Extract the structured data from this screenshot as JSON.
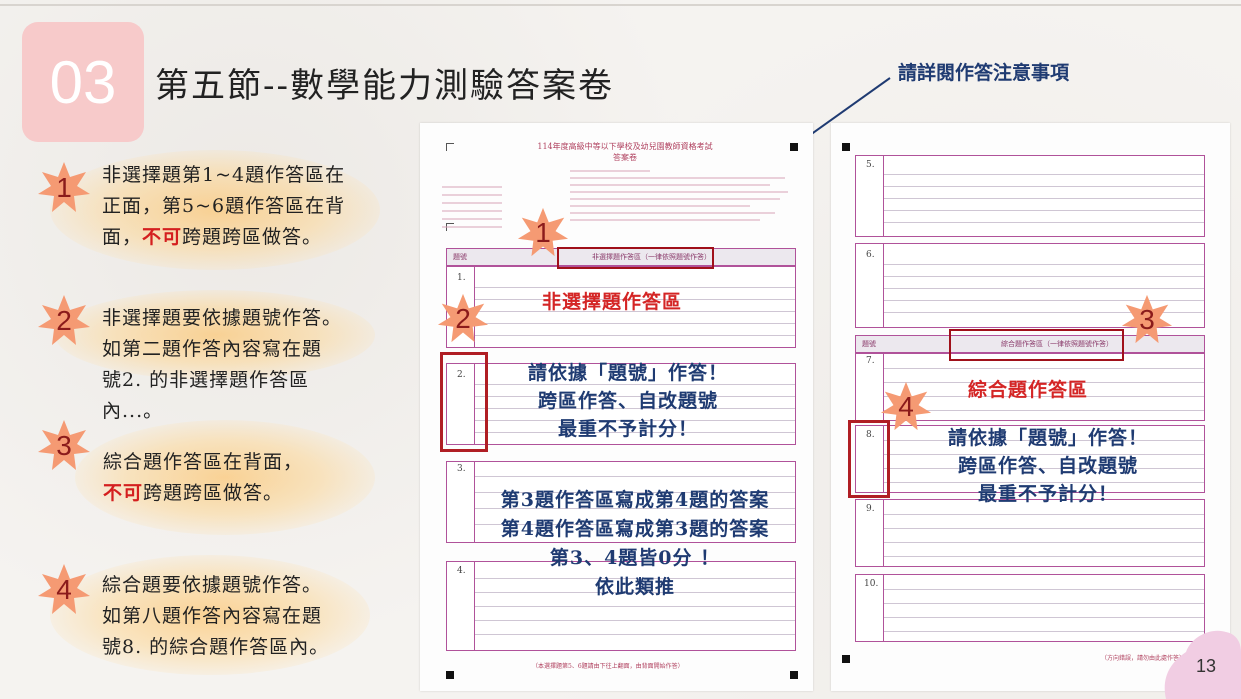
{
  "header": {
    "section_number": "03",
    "title": "第五節--數學能力測驗答案卷",
    "note_label": "請詳閱作答注意事項"
  },
  "instructions": [
    {
      "number": "1",
      "lines": [
        "非選擇題第1~4題作答區在",
        "正面，第5~6題作答區在背"
      ],
      "last_prefix": "面，",
      "last_red": "不可",
      "last_suffix": "跨題跨區做答。"
    },
    {
      "number": "2",
      "lines": [
        "非選擇題要依據題號作答。",
        "如第二題作答內容寫在題",
        "號2. 的非選擇題作答區",
        "內...。"
      ]
    },
    {
      "number": "3",
      "lines": [
        "綜合題作答區在背面，"
      ],
      "last_prefix": "",
      "last_red": "不可",
      "last_suffix": "跨題跨區做答。"
    },
    {
      "number": "4",
      "lines": [
        "綜合題要依據題號作答。",
        "如第八題作答內容寫在題",
        "號8. 的綜合題作答區內。"
      ]
    }
  ],
  "left_sheet": {
    "exam_title_1": "114年度高級中等以下學校及幼兒園教師資格考試",
    "exam_title_2": "答案卷",
    "header_row_label": "題號",
    "section_header": "非選擇題作答區（一律依照題號作答）",
    "questions": [
      "1.",
      "2.",
      "3.",
      "4."
    ],
    "callout_number_1": "1",
    "callout_number_2": "2",
    "zone_label": "非選擇題作答區",
    "warning_lines": [
      "請依據「題號」作答！",
      "跨區作答、自改題號",
      "最重不予計分！"
    ],
    "example_lines": [
      "第3題作答區寫成第4題的答案",
      "第4題作答區寫成第3題的答案",
      "第3、4題皆0分 ！",
      "依此類推"
    ],
    "footer": "（本選擇題第5、6題請由下往上翻面，由背面開始作答）"
  },
  "right_sheet": {
    "questions_top": [
      "5.",
      "6."
    ],
    "header_row_label": "題號",
    "section_header": "綜合題作答區（一律依照題號作答）",
    "questions_bottom": [
      "7.",
      "8.",
      "9.",
      "10."
    ],
    "callout_number_3": "3",
    "callout_number_4": "4",
    "zone_label": "綜合題作答區",
    "warning_lines": [
      "請依據「題號」作答！",
      "跨區作答、自改題號",
      "最重不予計分！"
    ],
    "footer": "（方向錯誤，請勿由此處作答）"
  },
  "page_number": "13",
  "colors": {
    "badge": "#f7caca",
    "accent_red": "#d41f1f",
    "accent_blue": "#1f3b72",
    "frame_red": "#b01e24",
    "sheet_pink": "#b0529a"
  }
}
